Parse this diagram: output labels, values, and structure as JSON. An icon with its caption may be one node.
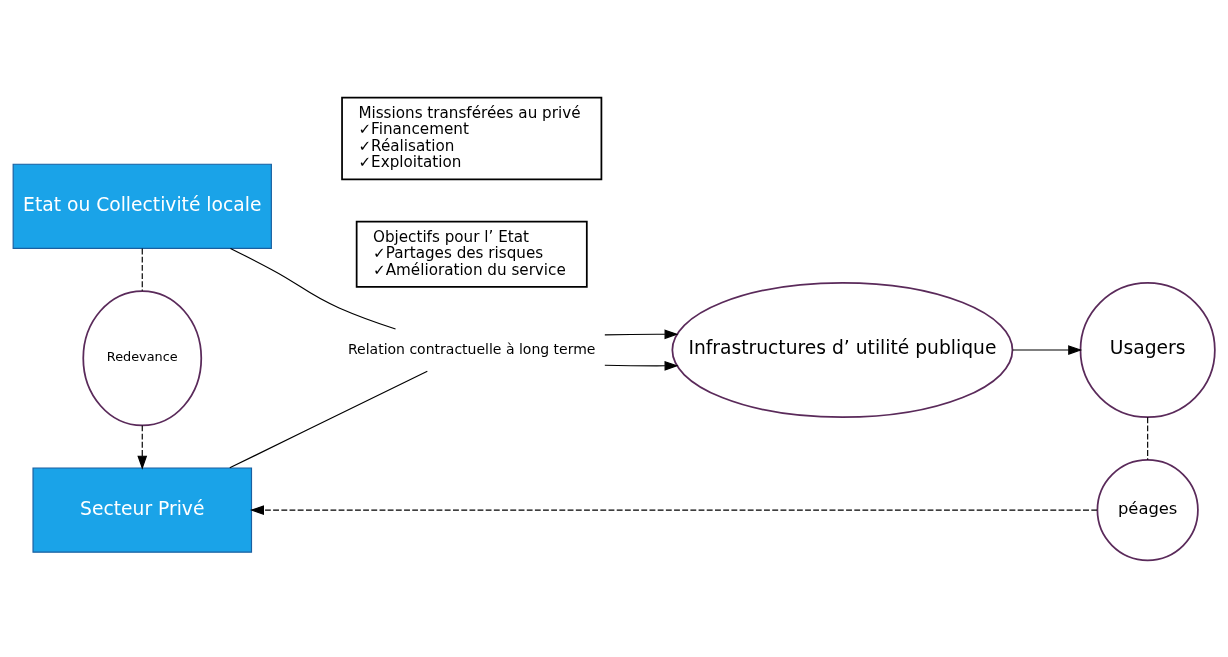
{
  "diagram": {
    "nodes": [
      {
        "text": [
          "Etat ou Collectivité locale"
        ]
      },
      {
        "text": [
          "Objectifs pour l’ Etat",
          "✓Partages des risques",
          "✓Amélioration du service"
        ]
      },
      {
        "text": [
          "Redevance"
        ]
      },
      {
        "text": [
          "Relation contractuelle à long terme"
        ]
      },
      {
        "text": [
          "Infrastructures d’ utilité publique"
        ]
      },
      {
        "text": [
          "Usagers"
        ]
      },
      {
        "text": [
          "Missions transférées au privé",
          "✓Financement",
          "✓Réalisation",
          "✓Exploitation"
        ]
      },
      {
        "text": [
          "Secteur Privé"
        ]
      },
      {
        "text": [
          "péages"
        ]
      }
    ],
    "edges": [
      {
        "from": 0,
        "to": 2,
        "arrow": "none",
        "style": "dashed"
      },
      {
        "from": 2,
        "to": 7,
        "arrow": "to",
        "style": "dashed"
      },
      {
        "from": 0,
        "to": 3,
        "arrow": "none"
      },
      {
        "from": 7,
        "to": 3,
        "arrow": "none"
      },
      {
        "from": 3,
        "to": 4,
        "arrow": "to"
      },
      {
        "from": 3,
        "to": 4,
        "arrow": "to"
      },
      {
        "from": 4,
        "to": 5,
        "arrow": "to"
      },
      {
        "from": 5,
        "to": 8,
        "arrow": "none",
        "style": "dashed"
      },
      {
        "from": 8,
        "to": 7,
        "arrow": "to",
        "style": "dashed"
      }
    ]
  }
}
